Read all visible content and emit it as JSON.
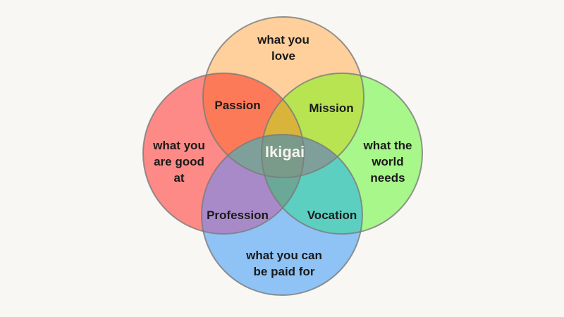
{
  "diagram": {
    "title": "Ikigai",
    "background": "#f8f7f4",
    "circles": {
      "love": {
        "line1": "what you",
        "line2": "love",
        "color": "#ffcf9c"
      },
      "good_at": {
        "line1": "what you",
        "line2": "are good",
        "line3": "at",
        "color": "#fd8a86"
      },
      "world_needs": {
        "line1": "what the",
        "line2": "world",
        "line3": "needs",
        "color": "#a8f78a"
      },
      "paid_for": {
        "line1": "what you can",
        "line2": "be paid for",
        "color": "#8fc3f5"
      }
    },
    "intersections": {
      "passion": "Passion",
      "mission": "Mission",
      "profession": "Profession",
      "vocation": "Vocation"
    },
    "center": "Ikigai"
  }
}
